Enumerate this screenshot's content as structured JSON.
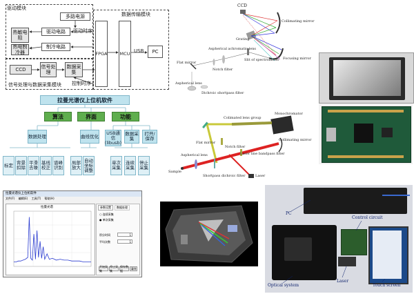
{
  "block_diagram": {
    "drive_module": "驱动模块",
    "multi_power": "多路电源",
    "drive_circuit": "驱动电路",
    "drive_timing": "驱动时序",
    "thermoelectric_cooler": "热敏电阻",
    "thermo_cooler": "热电制冷器",
    "cooling_circuit": "制冷电路",
    "ccd": "CCD",
    "signal_proc": "信号处理",
    "data_acq": "数据采集",
    "control_timing": "控制时序",
    "signal_module": "信号处理与数据采集模块",
    "data_module": "数据传输模块",
    "fpga": "FPGA",
    "mcu": "MCU",
    "usb": "USB",
    "pc": "PC"
  },
  "optics_top": {
    "ccd": "CCD",
    "collimating_mirror": "Collimating mirror",
    "grating": "Grating",
    "aspherical_achromatic_lens": "Aspherical achromatic lens",
    "slit": "Slit of spectrometer",
    "flat_mirror": "Flat mirror",
    "notch_filter": "Notch filter",
    "focusing_mirror": "Focusing mirror",
    "aspherical_lens": "Aspherical lens",
    "dichroic_filter": "Dichroic shortpass filter"
  },
  "software_tree": {
    "title": "拉曼光谱仪上位机软件",
    "algorithm": "算法",
    "interface": "界面",
    "function": "功能",
    "data_process": "数据处理",
    "curve_opt": "曲线优化",
    "usb_comm": "USB通信(libusb)",
    "data_collect": "数据采集",
    "open_save": "打开/保存",
    "leaves": [
      "标定",
      "背景扣除",
      "平滑去噪",
      "基线校正",
      "谱峰识别",
      "局部放大",
      "自动坐标调整",
      "单次采集",
      "连续采集",
      "停止采集"
    ]
  },
  "optics_mid": {
    "collimated_lens_group": "Colimated lens group",
    "monochromator": "Monochromator",
    "flat_mirror": "Flat mirror",
    "notch_filter": "Notch filter",
    "laser_line_bandpass": "Laser line bandpass filter",
    "collimating_mirror": "Collimating mirror",
    "aspherical_lens": "Aspherical lens",
    "sample": "Sample",
    "shortpass_dichroic": "Shortpass dichroic filter",
    "laser": "Laser"
  },
  "software_window": {
    "title": "拉曼光谱仪上位机软件",
    "menus": [
      "文件(F)",
      "编辑(E)",
      "工具(T)",
      "帮助(H)"
    ],
    "graph_title": "拉曼光谱",
    "tabs": [
      "参数设置",
      "数据处理"
    ],
    "options": [
      "连续采集",
      "单次采集"
    ],
    "field1_label": "积分时间",
    "field1_value": "1",
    "field2_label": "平均次数",
    "field2_value": "1",
    "buttons": [
      "开始采集",
      "停止采集",
      "保存数据",
      "清除"
    ]
  },
  "photo_labels": {
    "pc": "PC",
    "control_circuit": "Control circuit",
    "optical_system": "Optical system",
    "laser": "Laser",
    "touch_screen": "Touch screen"
  },
  "chart_data": {
    "type": "line",
    "x": [
      0,
      3,
      6,
      9,
      12,
      15,
      18,
      20,
      22,
      24,
      26,
      28,
      30,
      32,
      34,
      36,
      38,
      40,
      43,
      46,
      50,
      55,
      60,
      65,
      70,
      75,
      80,
      85,
      90,
      95,
      100
    ],
    "values": [
      5,
      5,
      6,
      6,
      7,
      8,
      10,
      55,
      9,
      7,
      36,
      8,
      40,
      10,
      28,
      9,
      22,
      8,
      14,
      8,
      9,
      7,
      8,
      7,
      7,
      6,
      6,
      6,
      5,
      5,
      5
    ]
  }
}
